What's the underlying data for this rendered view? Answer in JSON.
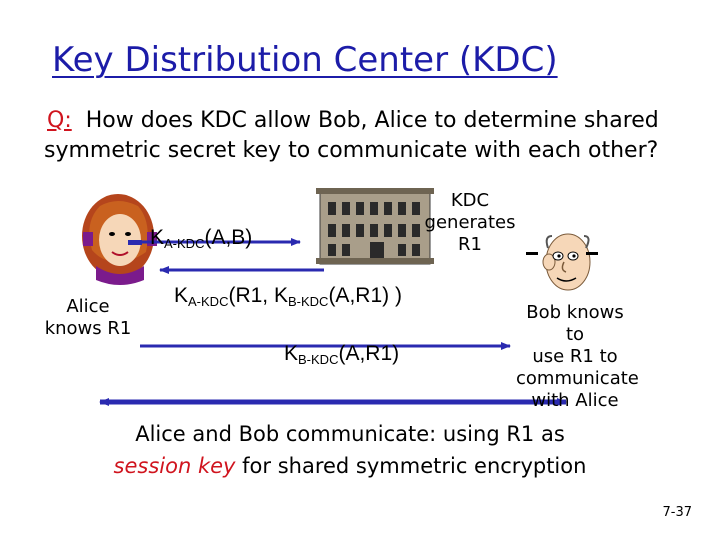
{
  "title": "Key Distribution Center (KDC)",
  "question": {
    "marker": "Q:",
    "text": "How does KDC allow Bob, Alice to determine shared symmetric secret key to communicate with each other?"
  },
  "kdc_label": [
    "KDC",
    "generates",
    "R1"
  ],
  "alice_label": [
    "Alice",
    "knows R1"
  ],
  "bob_label": [
    "Bob knows to",
    "use R1 to",
    "communicate",
    "with Alice"
  ],
  "messages": {
    "m1": {
      "k": "K",
      "sub": "A-KDC",
      "args": "(A,B)"
    },
    "m2": {
      "k1": "K",
      "sub1": "A-KDC",
      "mid": "(R1, K",
      "sub2": "B-KDC",
      "end": "(A,R1) )"
    },
    "m3": {
      "k": "K",
      "sub": "B-KDC",
      "args": "(A,R1)"
    }
  },
  "bottom": {
    "line1": "Alice and Bob communicate: using R1 as",
    "session_key": "session key",
    "line2_rest": " for shared symmetric encryption"
  },
  "page_number": "7-37",
  "colors": {
    "title": "#1c1ca8",
    "accent": "#d0141e",
    "arrow": "#2a2ab0"
  }
}
